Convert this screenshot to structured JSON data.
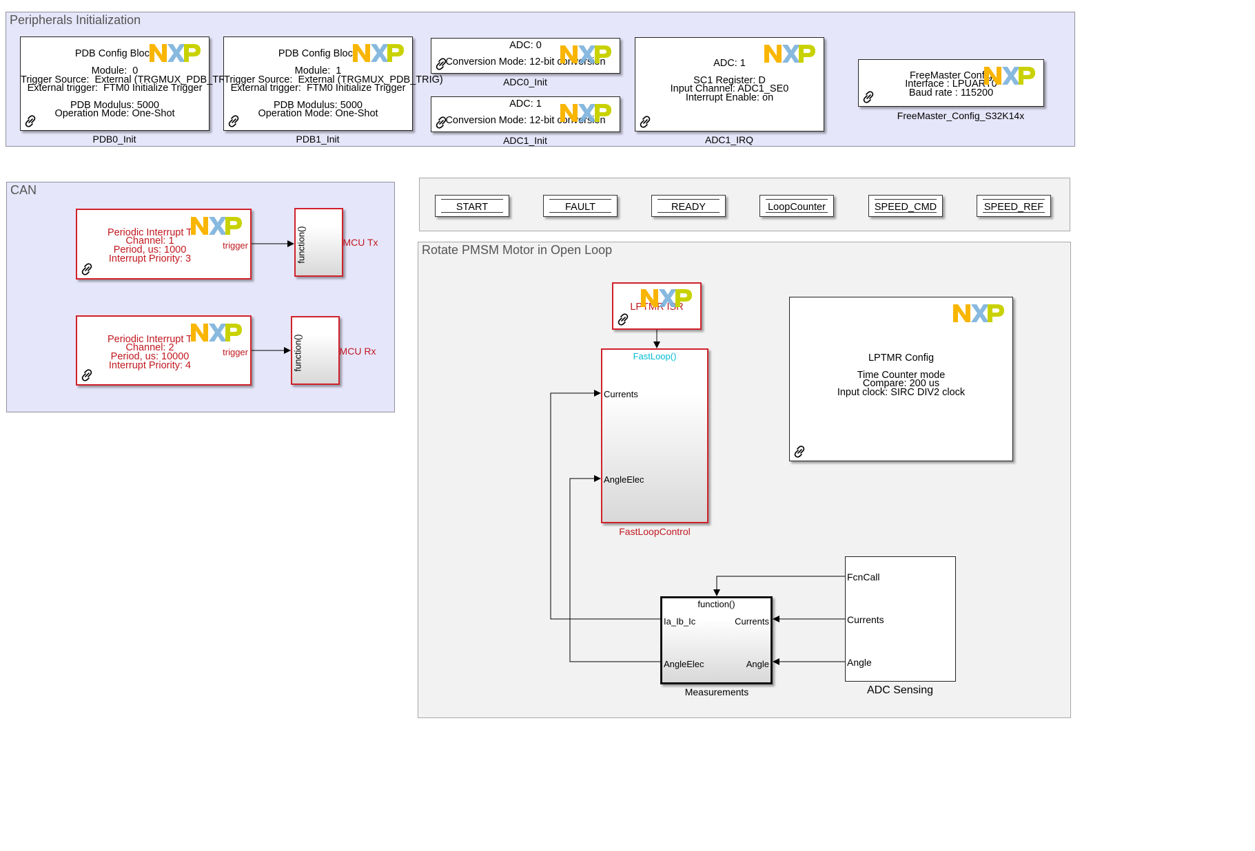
{
  "areas": {
    "peripherals": "Peripherals Initialization",
    "can": "CAN",
    "motor": "Rotate PMSM Motor in Open Loop"
  },
  "pdb0": {
    "title": "PDB Config Block",
    "lines": [
      "Module:  0",
      "Trigger Source:  External (TRGMUX_PDB_TRIG)",
      "External trigger:  FTM0 Initialize Trigger",
      "",
      "PDB Modulus: 5000",
      "Operation Mode: One-Shot"
    ],
    "name": "PDB0_Init"
  },
  "pdb1": {
    "title": "PDB Config Block",
    "lines": [
      "Module:  1",
      "Trigger Source:  External (TRGMUX_PDB_TRIG)",
      "External trigger:  FTM0 Initialize Trigger",
      "",
      "PDB Modulus: 5000",
      "Operation Mode: One-Shot"
    ],
    "name": "PDB1_Init"
  },
  "adc0_init": {
    "line1": "ADC: 0",
    "line2": "Conversion Mode: 12-bit conversion",
    "name": "ADC0_Init"
  },
  "adc1_init": {
    "line1": "ADC: 1",
    "line2": "Conversion Mode: 12-bit conversion",
    "name": "ADC1_Init"
  },
  "adc1_irq": {
    "lines": [
      "ADC: 1",
      "",
      "SC1 Register: D",
      "Input Channel: ADC1_SE0",
      "Interrupt Enable: on"
    ],
    "name": "ADC1_IRQ"
  },
  "freemaster": {
    "lines": [
      "FreeMaster Config",
      "Interface : LPUART0",
      "Baud rate : 115200"
    ],
    "name": "FreeMaster_Config_S32K14x"
  },
  "goto_tags": [
    "START",
    "FAULT",
    "READY",
    "LoopCounter",
    "SPEED_CMD",
    "SPEED_REF"
  ],
  "pit1": {
    "lines": [
      "Periodic Interrupt T",
      "Channel: 1",
      "Period, us: 1000",
      "Interrupt Priority: 3"
    ],
    "port": "trigger"
  },
  "pit2": {
    "lines": [
      "Periodic Interrupt T",
      "Channel: 2",
      "Period, us: 10000",
      "Interrupt Priority: 4"
    ],
    "port": "trigger"
  },
  "mcu_tx": {
    "port": "function()",
    "name": "MCU Tx"
  },
  "mcu_rx": {
    "port": "function()",
    "name": "MCU Rx"
  },
  "lptmr_isr": {
    "label": "LPTMR ISR"
  },
  "fastloop": {
    "trigger_port": "FastLoop()",
    "inputs": [
      "Currents",
      "AngleElec"
    ],
    "name": "FastLoopControl"
  },
  "lptmr_config": {
    "lines": [
      "LPTMR Config",
      "",
      "Time Counter mode",
      "Compare: 200 us",
      "Input clock: SIRC DIV2 clock"
    ]
  },
  "measurements": {
    "trigger_port": "function()",
    "outputs": [
      "Ia_Ib_Ic",
      "AngleElec"
    ],
    "inputs": [
      "Currents",
      "Angle"
    ],
    "name": "Measurements"
  },
  "adc_sensing": {
    "outputs": [
      "FcnCall",
      "Currents",
      "Angle"
    ],
    "name": "ADC Sensing"
  },
  "colors": {
    "nxp_orange": "#f9b500",
    "nxp_blue": "#7bb1db",
    "nxp_green": "#c9d200",
    "block_red": "#d0202a",
    "fastloop_port": "#00bcd4"
  }
}
